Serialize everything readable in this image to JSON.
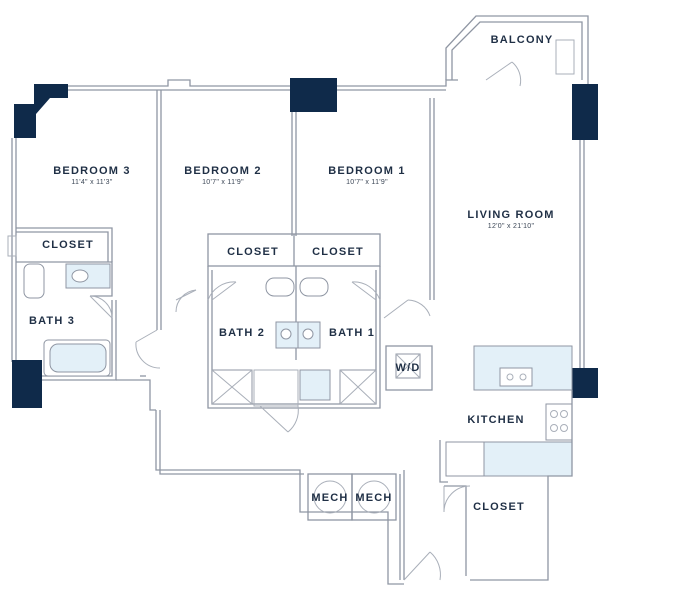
{
  "rooms": {
    "balcony": {
      "label": "BALCONY"
    },
    "bedroom3": {
      "label": "BEDROOM 3",
      "dims": "11'4\" x 11'3\""
    },
    "bedroom2": {
      "label": "BEDROOM 2",
      "dims": "10'7\" x 11'9\""
    },
    "bedroom1": {
      "label": "BEDROOM 1",
      "dims": "10'7\" x 11'9\""
    },
    "living": {
      "label": "LIVING ROOM",
      "dims": "12'0\" x 21'10\""
    },
    "closet_b3": {
      "label": "CLOSET"
    },
    "closet_b2": {
      "label": "CLOSET"
    },
    "closet_b1": {
      "label": "CLOSET"
    },
    "bath3": {
      "label": "BATH 3"
    },
    "bath2": {
      "label": "BATH 2"
    },
    "bath1": {
      "label": "BATH 1"
    },
    "wd": {
      "label": "W/D"
    },
    "kitchen": {
      "label": "KITCHEN"
    },
    "mech1": {
      "label": "MECH"
    },
    "mech2": {
      "label": "MECH"
    },
    "closet_entry": {
      "label": "CLOSET"
    }
  },
  "colors": {
    "column": "#0f2a4a",
    "wall": "#8f96a3",
    "tint": "#e3f0f8",
    "label": "#1f2f45"
  }
}
